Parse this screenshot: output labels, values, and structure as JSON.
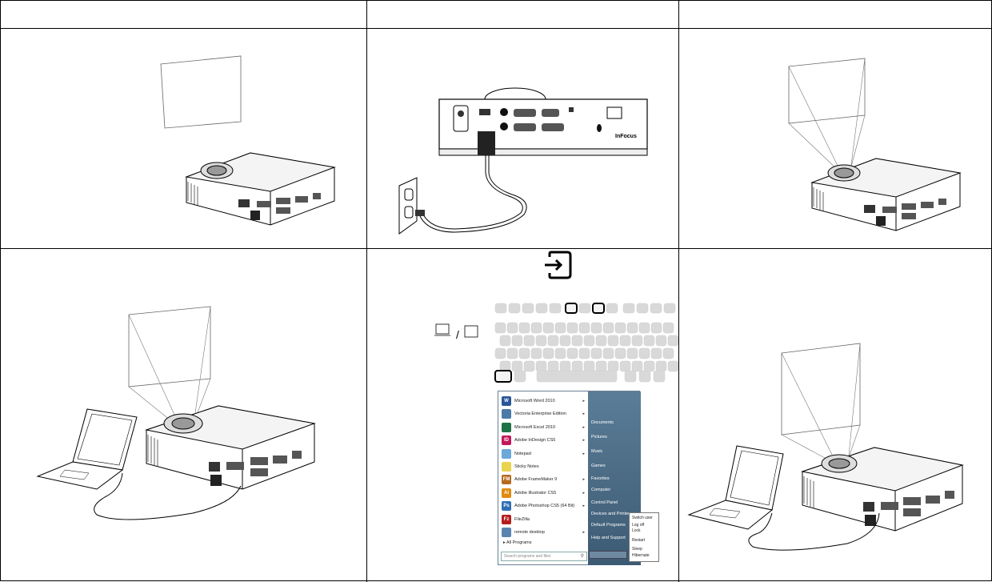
{
  "step_labels": {
    "power_icon_label": "",
    "laptop_screen_toggle": "/"
  },
  "start_menu": {
    "programs": [
      {
        "label": "Microsoft Word 2010",
        "icon": "W",
        "color": "#2a5699"
      },
      {
        "label": "Vectoria Enterprise Edition",
        "icon": "",
        "color": "#4a7aa8"
      },
      {
        "label": "Microsoft Excel 2010",
        "icon": "",
        "color": "#1f7244"
      },
      {
        "label": "Adobe InDesign CS5",
        "icon": "ID",
        "color": "#c2185b"
      },
      {
        "label": "Notepad",
        "icon": "",
        "color": "#6aa8d8"
      },
      {
        "label": "Sticky Notes",
        "icon": "",
        "color": "#e8d44d"
      },
      {
        "label": "Adobe FrameMaker 9",
        "icon": "FM",
        "color": "#b46b1e"
      },
      {
        "label": "Adobe Illustrator CS5",
        "icon": "Ai",
        "color": "#e08a10"
      },
      {
        "label": "Adobe Photoshop CS5 (64 Bit)",
        "icon": "Ps",
        "color": "#2f6fb5"
      },
      {
        "label": "FileZilla",
        "icon": "Fz",
        "color": "#b71c1c"
      },
      {
        "label": "remote desktop",
        "icon": "",
        "color": "#5a84b0"
      }
    ],
    "all_programs": "All Programs",
    "search_placeholder": "Search programs and files",
    "right_items": [
      "Documents",
      "Pictures",
      "Music",
      "Games",
      "Favorites",
      "Computer",
      "Control Panel",
      "Devices and Printers",
      "Default Programs",
      "Help and Support"
    ],
    "shutdown_options": [
      "Switch user",
      "Log off",
      "Lock",
      "Restart",
      "Sleep",
      "Hibernate"
    ]
  },
  "icons": {
    "input_source": "input-source-icon",
    "laptop": "laptop-icon",
    "monitor": "monitor-icon",
    "projector": "projector-icon",
    "wall_outlet": "wall-outlet-icon",
    "screen": "projection-screen-icon"
  }
}
